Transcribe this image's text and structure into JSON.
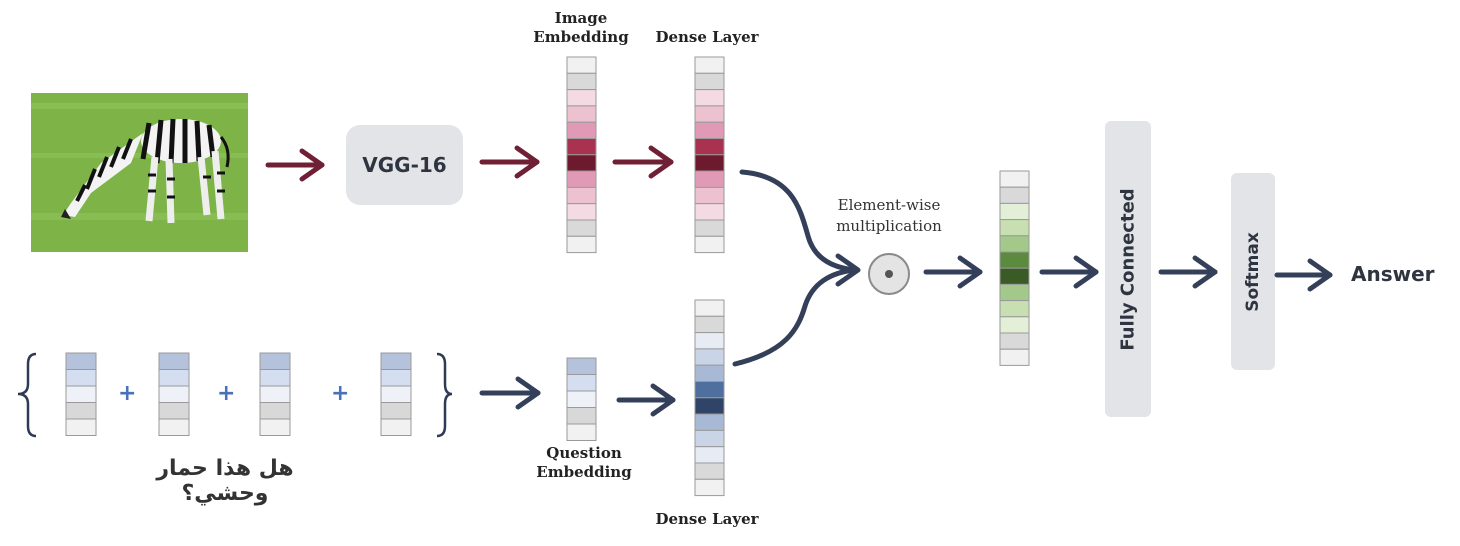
{
  "image": {
    "subject": "zebra grazing on grass"
  },
  "vgg_label": "VGG-16",
  "image_embedding_label": "Image\nEmbedding",
  "dense_layer_top_label": "Dense Layer",
  "dense_layer_bottom_label": "Dense Layer",
  "question_embedding_label": "Question\nEmbedding",
  "elementwise_label": "Element-wise\nmultiplication",
  "fully_connected_label": "Fully Connected",
  "softmax_label": "Softmax",
  "answer_label": "Answer",
  "question_text": "هل هذا حمار وحشي؟",
  "plus_symbol": "+",
  "colors": {
    "image_arrow": "#6f2035",
    "question_arrow": "#34405a",
    "image_vector": [
      "#f1f1f1",
      "#d9d9d9",
      "#f4dbe3",
      "#ecc1d0",
      "#e09ab5",
      "#a8324f",
      "#6d1a2e",
      "#e09ab5",
      "#ecc1d0",
      "#f4dbe3",
      "#d9d9d9",
      "#f1f1f1"
    ],
    "dense_top_vector": [
      "#f1f1f1",
      "#d9d9d9",
      "#f4dbe3",
      "#ecc1d0",
      "#e09ab5",
      "#a8324f",
      "#6d1a2e",
      "#e09ab5",
      "#ecc1d0",
      "#f4dbe3",
      "#d9d9d9",
      "#f1f1f1"
    ],
    "word_vector": [
      "#b4c3db",
      "#d5def0",
      "#eef1f7",
      "#d8d8d8",
      "#f1f1f1"
    ],
    "question_vector": [
      "#b4c3db",
      "#d5def0",
      "#eef1f7",
      "#d8d8d8",
      "#f1f1f1"
    ],
    "dense_bottom_vector": [
      "#f1f1f1",
      "#d9d9d9",
      "#e6ebf4",
      "#c9d4e6",
      "#a8b9d6",
      "#4f6f9f",
      "#2f4466",
      "#a8b9d6",
      "#c9d4e6",
      "#e6ebf4",
      "#d9d9d9",
      "#f1f1f1"
    ],
    "output_vector": [
      "#f1f1f1",
      "#d9d9d9",
      "#e4efd8",
      "#c8dfb1",
      "#a3c98a",
      "#5c8a3e",
      "#3a5a26",
      "#a3c98a",
      "#c8dfb1",
      "#e4efd8",
      "#d9d9d9",
      "#f1f1f1"
    ]
  }
}
